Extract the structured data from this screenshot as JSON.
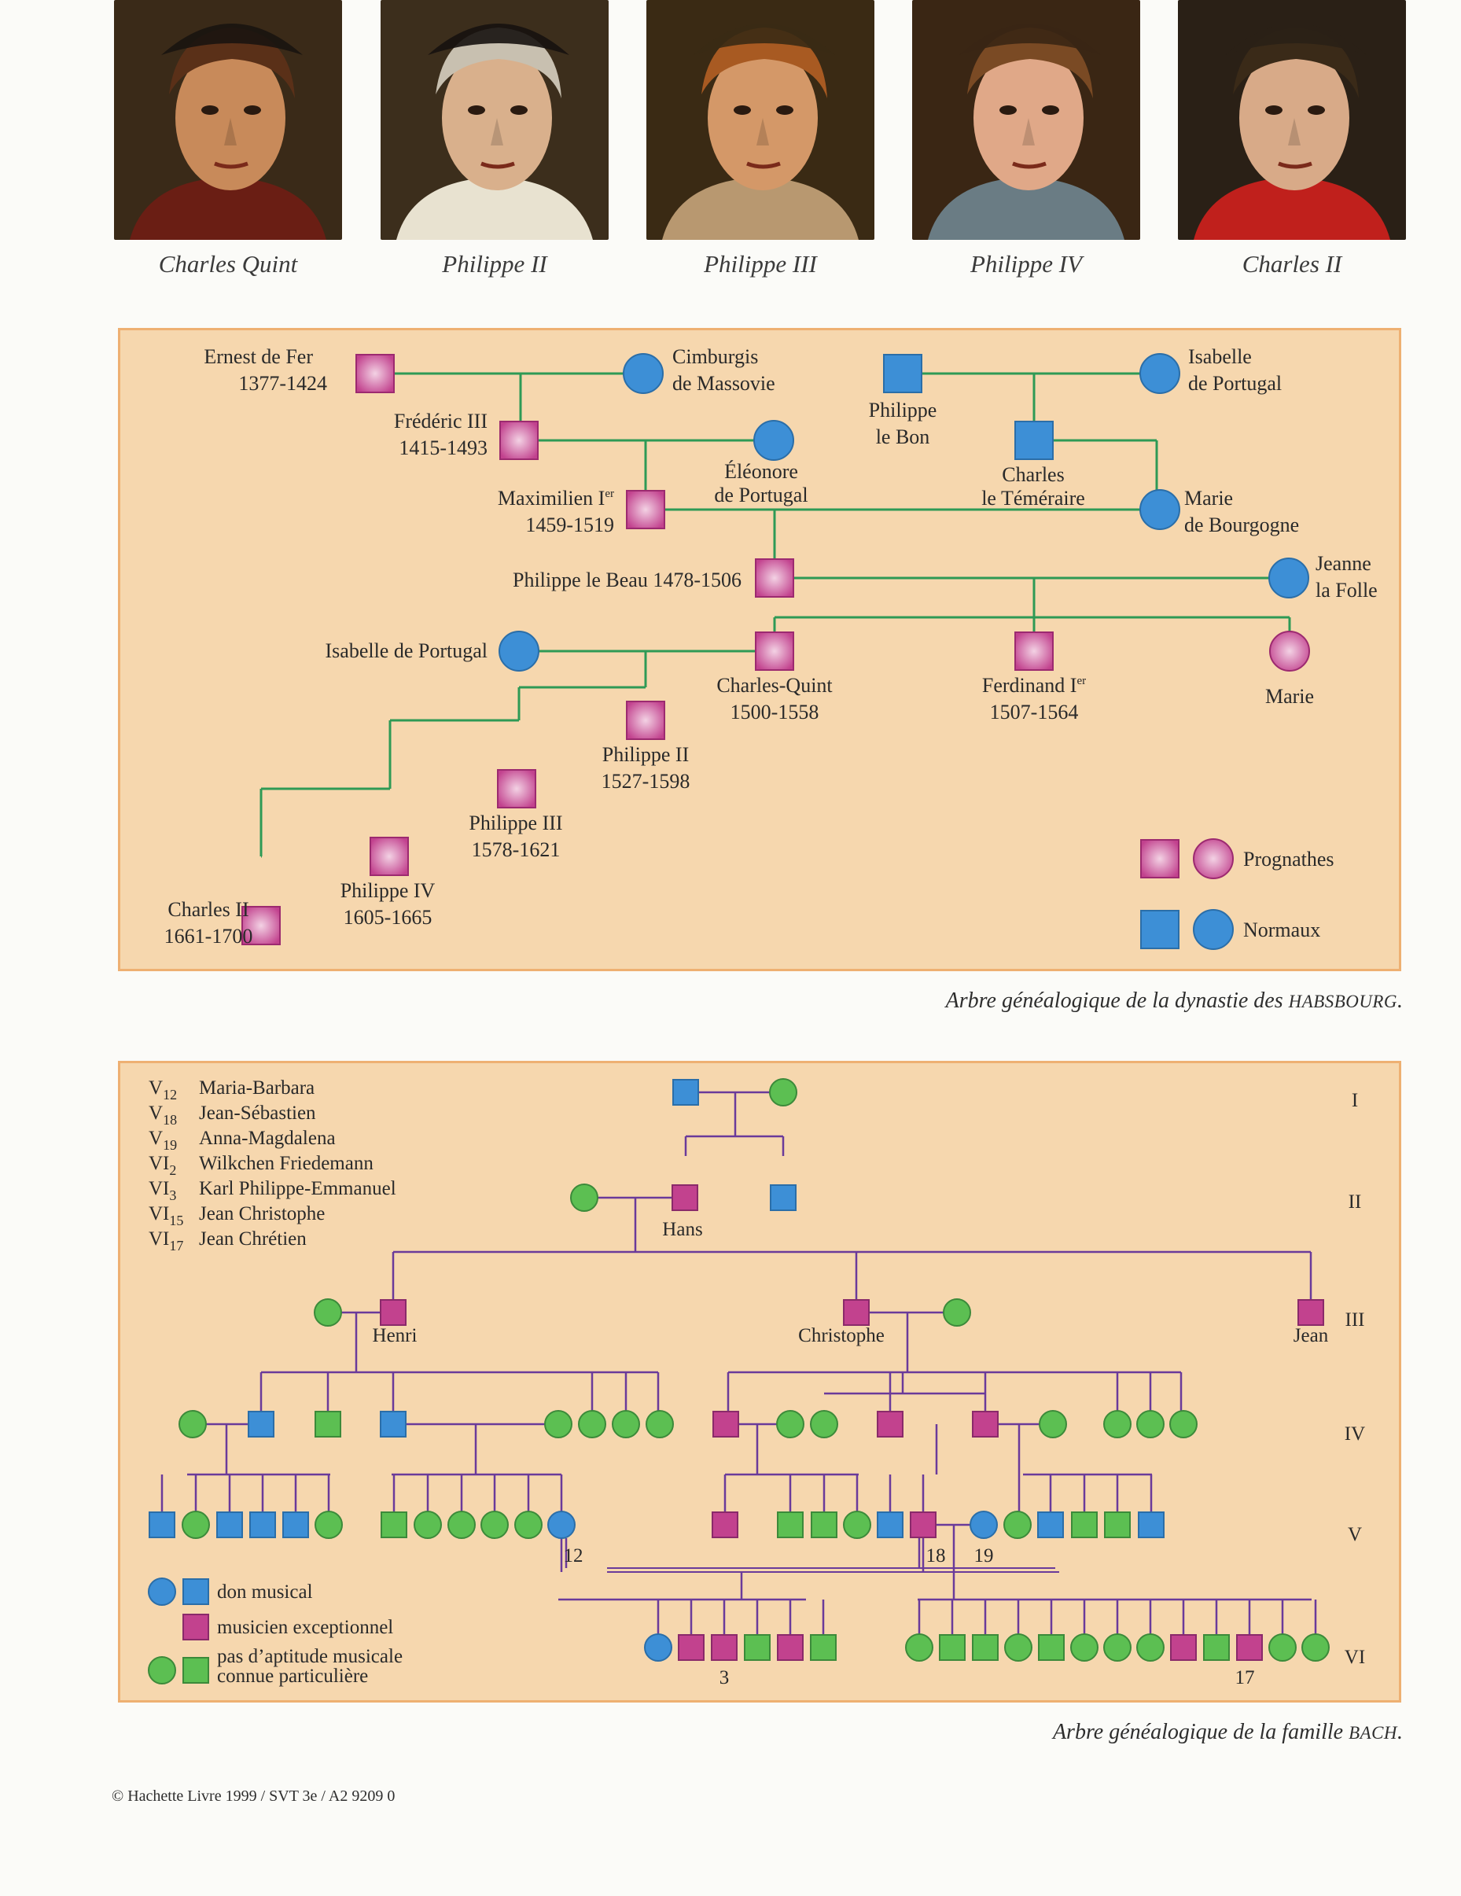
{
  "portraits": [
    {
      "caption": "Charles Quint",
      "palette": {
        "bg": "#3a2a18",
        "skin": "#c88a5a",
        "hair": "#5a3018",
        "hat": "#1a1410",
        "collar": "#6a1e14"
      }
    },
    {
      "caption": "Philippe II",
      "palette": {
        "bg": "#3c2e1c",
        "skin": "#d9b08c",
        "hair": "#c8c0b0",
        "hat": "#161210",
        "collar": "#e8e2d0"
      }
    },
    {
      "caption": "Philippe III",
      "palette": {
        "bg": "#3a2a14",
        "skin": "#d49868",
        "hair": "#a85a22",
        "hat": "#3a2a14",
        "collar": "#b89870"
      }
    },
    {
      "caption": "Philippe IV",
      "palette": {
        "bg": "#3a2614",
        "skin": "#e0a888",
        "hair": "#7a4a24",
        "hat": "#3a2614",
        "collar": "#6a7c84"
      }
    },
    {
      "caption": "Charles II",
      "palette": {
        "bg": "#2a2016",
        "skin": "#d8aa88",
        "hair": "#3a2a18",
        "hat": "#2a2016",
        "collar": "#c0201c"
      }
    }
  ],
  "habsbourg": {
    "caption_prefix": "Arbre généalogique de la dynastie des ",
    "caption_name": "Habsbourg",
    "caption_suffix": ".",
    "people": {
      "ernest": [
        "Ernest de Fer",
        "1377-1424"
      ],
      "cimburgis": [
        "Cimburgis",
        "de Massovie"
      ],
      "philippe_bon": [
        "Philippe",
        "le Bon"
      ],
      "isabelle1": [
        "Isabelle",
        "de Portugal"
      ],
      "frederic": [
        "Frédéric III",
        "1415-1493"
      ],
      "eleonore": [
        "Éléonore",
        "de Portugal"
      ],
      "charles_tem": [
        "Charles",
        "le Téméraire"
      ],
      "maximilien_name": "Maximilien I",
      "maximilien_sup": "er",
      "maximilien_years": "1459-1519",
      "marie_b": [
        "Marie",
        "de Bourgogne"
      ],
      "philippe_beau": "Philippe le Beau 1478-1506",
      "jeanne": [
        "Jeanne",
        "la Folle"
      ],
      "isabelle2": "Isabelle de Portugal",
      "charles_quint": [
        "Charles-Quint",
        "1500-1558"
      ],
      "ferdinand_name": "Ferdinand I",
      "ferdinand_sup": "er",
      "ferdinand_years": "1507-1564",
      "marie": "Marie",
      "philippe2": [
        "Philippe II",
        "1527-1598"
      ],
      "philippe3": [
        "Philippe III",
        "1578-1621"
      ],
      "philippe4": [
        "Philippe IV",
        "1605-1665"
      ],
      "charles2": [
        "Charles II",
        "1661-1700"
      ]
    },
    "legend": {
      "prognathes": "Prognathes",
      "normaux": "Normaux"
    },
    "colors": {
      "affected": "#c2428e",
      "normal": "#3d8fd6",
      "line": "#2e9a55"
    }
  },
  "bach": {
    "caption_prefix": "Arbre généalogique de la famille ",
    "caption_name": "Bach",
    "caption_suffix": ".",
    "key": [
      {
        "gen": "V",
        "sub": "12",
        "name": "Maria-Barbara"
      },
      {
        "gen": "V",
        "sub": "18",
        "name": "Jean-Sébastien"
      },
      {
        "gen": "V",
        "sub": "19",
        "name": "Anna-Magdalena"
      },
      {
        "gen": "VI",
        "sub": "2",
        "name": "Wilkchen Friedemann"
      },
      {
        "gen": "VI",
        "sub": "3",
        "name": "Karl Philippe-Emmanuel"
      },
      {
        "gen": "VI",
        "sub": "15",
        "name": "Jean Christophe"
      },
      {
        "gen": "VI",
        "sub": "17",
        "name": "Jean Chrétien"
      }
    ],
    "generations": [
      "I",
      "II",
      "III",
      "IV",
      "V",
      "VI"
    ],
    "names": {
      "hans": "Hans",
      "henri": "Henri",
      "christophe": "Christophe",
      "jean": "Jean"
    },
    "numbers": {
      "n12": "12",
      "n18": "18",
      "n19": "19",
      "n3": "3",
      "n17": "17"
    },
    "legend": {
      "gifted": "don musical",
      "exceptional": "musicien exceptionnel",
      "none_1": "pas d’aptitude musicale",
      "none_2": "connue particulière"
    },
    "colors": {
      "gifted": "#3d8fd6",
      "exceptional": "#c2428e",
      "none": "#5cbf52",
      "line": "#6a3a9a"
    }
  },
  "copyright": "© Hachette Livre 1999 / SVT 3e / A2 9209 0"
}
